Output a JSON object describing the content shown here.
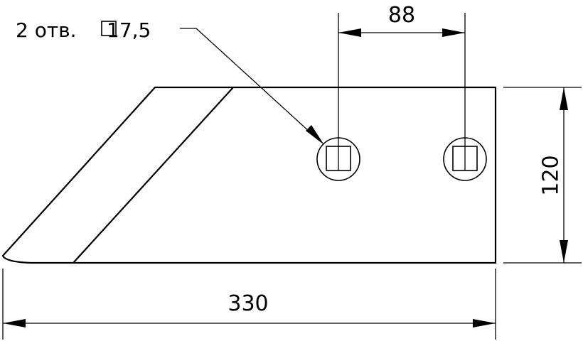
{
  "note": {
    "count": "2 отв.",
    "size": "17,5",
    "symbol": "square-hole-symbol"
  },
  "dimensions": {
    "hole_spacing": "88",
    "height": "120",
    "length": "330"
  }
}
